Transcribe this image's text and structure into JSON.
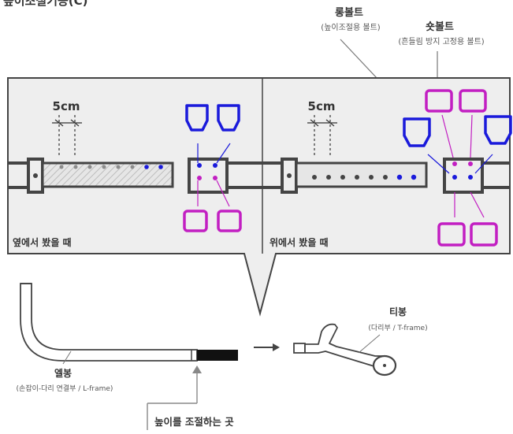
{
  "header": {
    "title_partial": "늪이조절기능(C)"
  },
  "callouts": {
    "long_bolt": {
      "title": "롱볼트",
      "subtitle": "(높이조절용 볼트)"
    },
    "short_bolt": {
      "title": "숏볼트",
      "subtitle": "(흔들림 방지 고정용 볼트)"
    }
  },
  "panels": {
    "side_view": {
      "caption": "옆에서 봤을 때",
      "measure": "5cm"
    },
    "top_view": {
      "caption": "위에서 봤을 때",
      "measure": "5cm"
    }
  },
  "parts": {
    "l_frame": {
      "title": "엘봉",
      "subtitle": "(손잡이-다리 연결부 / L-frame)"
    },
    "t_frame": {
      "title": "티봉",
      "subtitle": "(다리부 / T-frame)"
    }
  },
  "height_note": "높이를 조절하는 곳",
  "colors": {
    "long_bolt": "#1a1adb",
    "short_bolt": "#c21fc2",
    "frame": "#444444",
    "panel_bg": "#eeeeee",
    "bolt_dot_grey": "#8c8c8c"
  }
}
